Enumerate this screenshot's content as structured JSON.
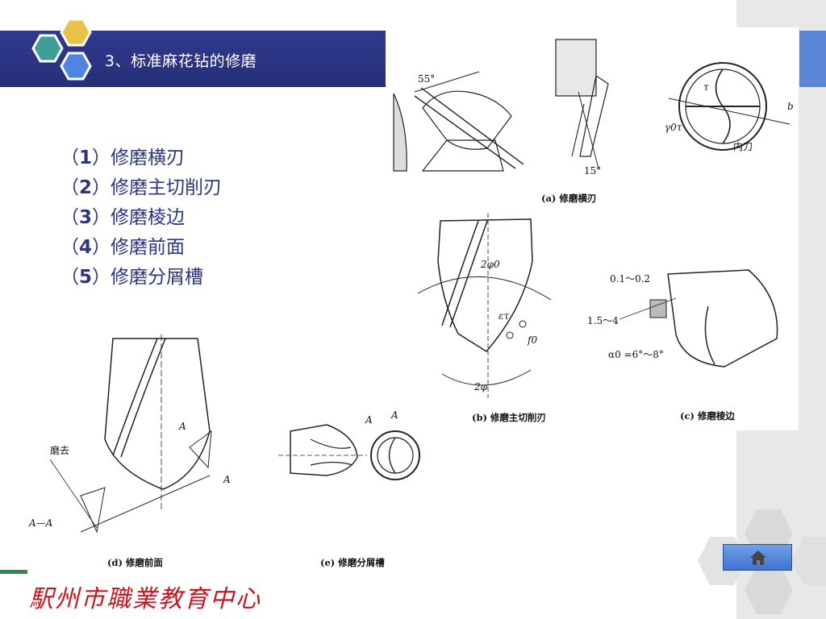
{
  "header": {
    "title": "3、标准麻花钻的修磨"
  },
  "outline": [
    {
      "num": "1",
      "text": "修磨横刃"
    },
    {
      "num": "2",
      "text": "修磨主切削刃"
    },
    {
      "num": "3",
      "text": "修磨棱边"
    },
    {
      "num": "4",
      "text": "修磨前面"
    },
    {
      "num": "5",
      "text": "修磨分屑槽"
    }
  ],
  "figures": {
    "a": {
      "caption": "(a)  修磨横刃",
      "angle1": "55°",
      "angle2": "15°",
      "tau": "τ",
      "gamma": "γ0τ",
      "b": "b",
      "inner": "内刀"
    },
    "b": {
      "caption": "(b)  修磨主切削刃",
      "two_phi0": "2φ0",
      "eps": "ετ",
      "f0": "f0",
      "two_phi": "2φ"
    },
    "c": {
      "caption": "(c)  修磨棱边",
      "dim1": "0.1～0.2",
      "dim2": "1.5～4",
      "alpha": "α0 =6°～8°"
    },
    "d": {
      "caption": "(d)  修磨前面",
      "grind": "磨去",
      "section": "A—A",
      "a1": "A",
      "a2": "A"
    },
    "e": {
      "caption": "(e)  修磨分屑槽",
      "a1": "A",
      "a2": "A"
    }
  },
  "footer": {
    "logo_text": "駅州市職業教育中心"
  },
  "colors": {
    "header": "#2f3a8c",
    "accent": "#5b87d6",
    "text": "#2c3580",
    "logo": "#c8141e",
    "panel": "#e8e8e8"
  },
  "icons": {
    "home": "home-icon"
  }
}
